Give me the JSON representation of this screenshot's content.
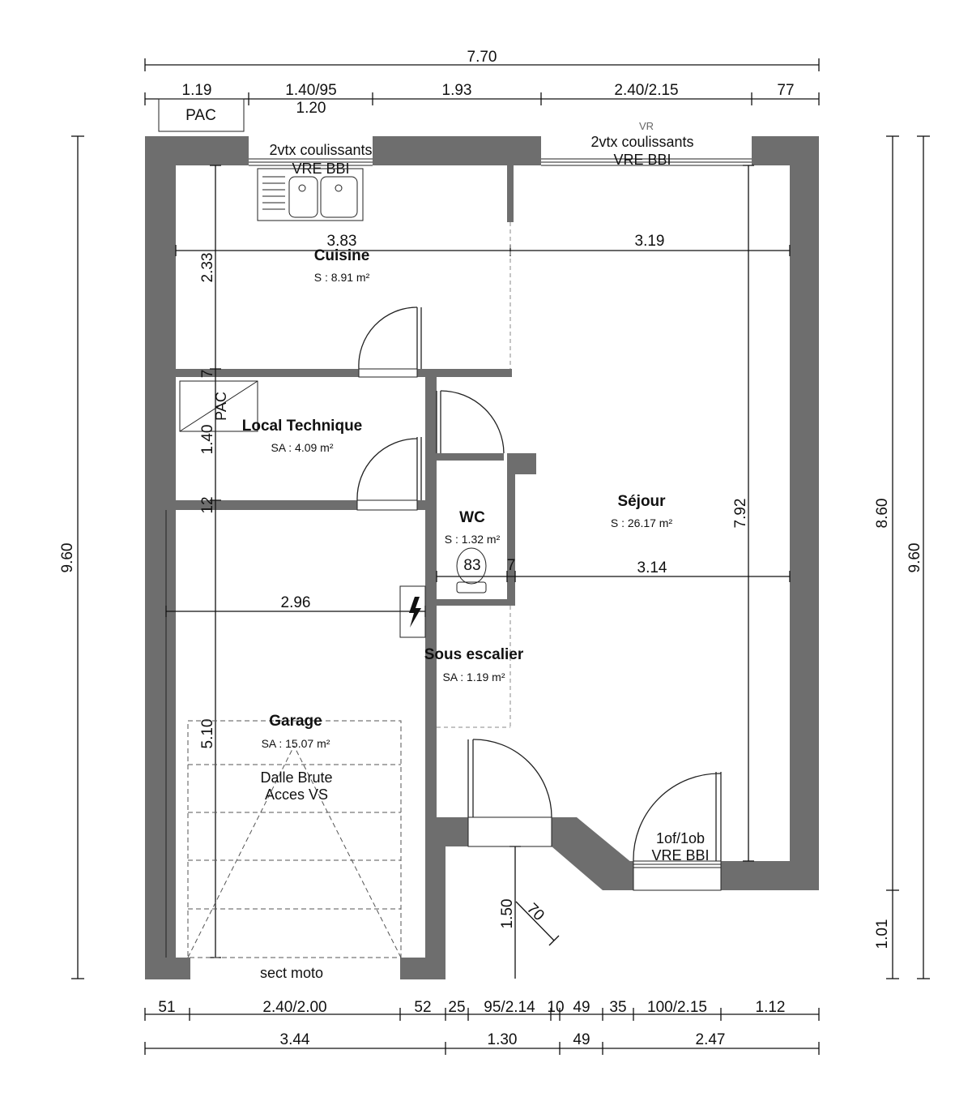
{
  "dimensions": {
    "top_total": "7.70",
    "top": [
      "1.19",
      "1.40/95",
      "1.93",
      "2.40/2.15",
      "77"
    ],
    "top_sub": "1.20",
    "bottom_row1": [
      "51",
      "2.40/2.00",
      "52",
      "25",
      "95/2.14",
      "10",
      "49",
      "35",
      "100/2.15",
      "1.12"
    ],
    "bottom_row2": [
      "3.44",
      "1.30",
      "49",
      "2.47"
    ],
    "left_total": "9.60",
    "right_outer": "9.60",
    "right_inner": "8.60",
    "right_lower": "1.01",
    "interior": {
      "cuisine_width": "3.83",
      "sejour_width": "3.19",
      "cuisine_depth": "2.33",
      "gap_7_top": "7",
      "local_depth": "1.40",
      "gap_12": "12",
      "garage_width": "2.96",
      "garage_depth": "5.10",
      "sejour_depth": "7.92",
      "sejour_width_lower": "3.14",
      "wc_83": "83",
      "wc_7": "7",
      "entry_150": "1.50",
      "entry_70": "70"
    }
  },
  "labels": {
    "pac_top": "PAC",
    "pac_local": "PAC",
    "window_cuisine_1": "2vtx coulissants",
    "window_cuisine_2": "VRE BBI",
    "window_sejour_vr": "VR",
    "window_sejour_1": "2vtx coulissants",
    "window_sejour_2": "VRE BBI",
    "door_sejour_1": "1of/1ob",
    "door_sejour_2": "VRE BBI",
    "garage_note_1": "Dalle Brute",
    "garage_note_2": "Acces VS",
    "garage_door": "sect moto"
  },
  "rooms": {
    "cuisine": {
      "name": "Cuisine",
      "area": "S : 8.91 m²"
    },
    "local": {
      "name": "Local Technique",
      "area": "SA : 4.09 m²"
    },
    "wc": {
      "name": "WC",
      "area": "S : 1.32 m²"
    },
    "sejour": {
      "name": "Séjour",
      "area": "S : 26.17 m²"
    },
    "sous_escalier": {
      "name": "Sous escalier",
      "area": "SA : 1.19 m²"
    },
    "garage": {
      "name": "Garage",
      "area": "SA : 15.07 m²"
    }
  },
  "colors": {
    "wall": "#6e6e6e",
    "line": "#111111",
    "dashed": "#888888"
  }
}
